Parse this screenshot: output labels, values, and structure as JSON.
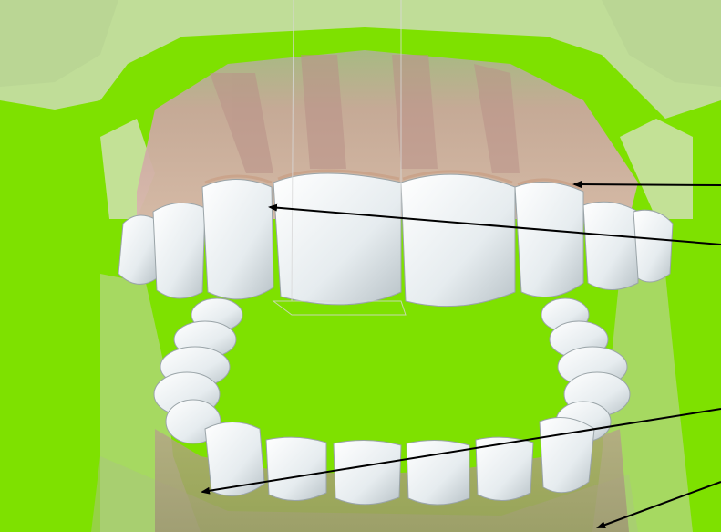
{
  "figure": {
    "subject": "dental-arch-3d-model",
    "colors": {
      "background": "#7EE100",
      "gingiva": "#C9A79E",
      "tooth": "#E9EEF1",
      "bone": "#CFE3B0",
      "arrow": "#000000"
    }
  },
  "callouts": [
    {
      "id": "gingiva-callout",
      "label": ""
    },
    {
      "id": "upper-canine-callout",
      "label": ""
    },
    {
      "id": "lower-canine-callout",
      "label": ""
    },
    {
      "id": "lower-gingiva-callout",
      "label": ""
    }
  ]
}
